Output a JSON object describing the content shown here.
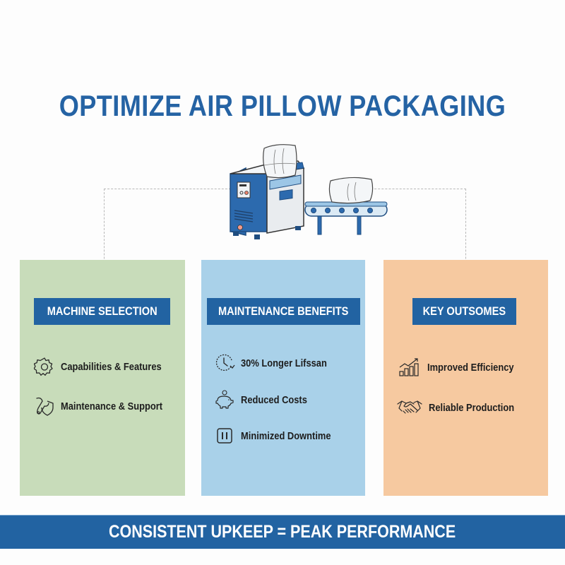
{
  "title": "OPTIMIZE AIR PILLOW PACKAGING",
  "illustration": {
    "icon": "air-pillow-machine-with-conveyor-icon"
  },
  "colors": {
    "brand_blue": "#2263a2",
    "title_blue": "#2563a4",
    "panel_green": "#c8dcba",
    "panel_blue": "#a9d1e9",
    "panel_orange": "#f6c9a0"
  },
  "panels": [
    {
      "heading": "MACHINE SELECTION",
      "items": [
        {
          "icon": "gear-icon",
          "label": "Capabilities & Features"
        },
        {
          "icon": "wrench-shield-icon",
          "label": "Maintenance & Support"
        }
      ]
    },
    {
      "heading": "MAINTENANCE BENEFITS",
      "items": [
        {
          "icon": "clock-icon",
          "label": "30% Longer Lifssan"
        },
        {
          "icon": "piggy-bank-icon",
          "label": "Reduced Costs"
        },
        {
          "icon": "pause-icon",
          "label": "Minimized Downtime"
        }
      ]
    },
    {
      "heading": "KEY OUTSOMES",
      "items": [
        {
          "icon": "growth-chart-icon",
          "label": "Improved Efficiency"
        },
        {
          "icon": "handshake-icon",
          "label": "Reliable Production"
        }
      ]
    }
  ],
  "banner": "CONSISTENT UPKEEP = PEAK PERFORMANCE"
}
